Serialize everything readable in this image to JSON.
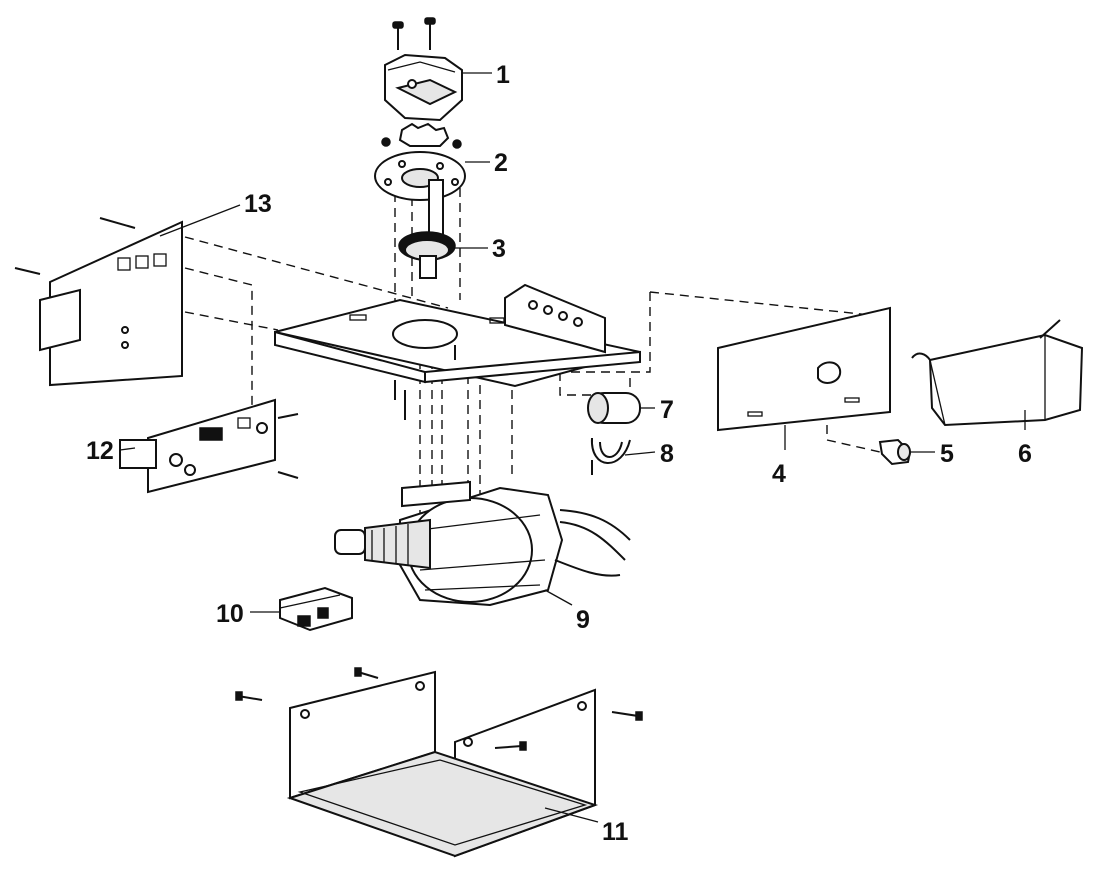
{
  "parts": [
    {
      "num": "1"
    },
    {
      "num": "2"
    },
    {
      "num": "3"
    },
    {
      "num": "4"
    },
    {
      "num": "5"
    },
    {
      "num": "6"
    },
    {
      "num": "7"
    },
    {
      "num": "8"
    },
    {
      "num": "9"
    },
    {
      "num": "10"
    },
    {
      "num": "11"
    },
    {
      "num": "12"
    },
    {
      "num": "13"
    }
  ]
}
